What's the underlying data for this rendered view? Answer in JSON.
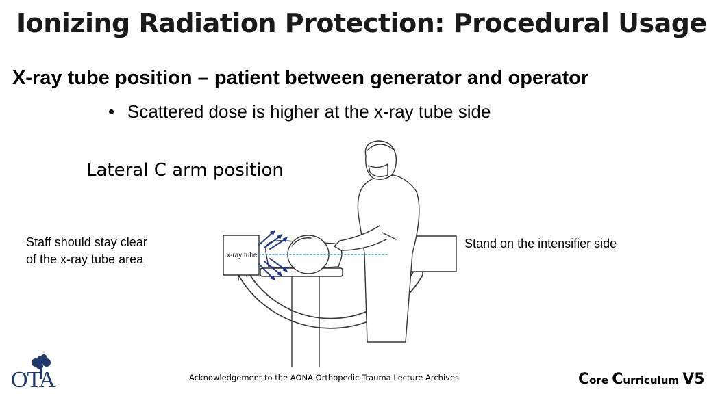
{
  "slide": {
    "title": "Ionizing Radiation Protection: Procedural Usage",
    "subtitle": "X-ray tube position – patient between generator and operator",
    "bullet": "Scattered dose is higher at the x-ray tube side",
    "heading": "Lateral C arm position",
    "note_left_line1": "Staff should stay clear",
    "note_left_line2": "of the x-ray tube area",
    "note_right": "Stand on the intensifier side",
    "figure_label": "x-ray tube",
    "acknowledgement": "Acknowledgement to the AONA Orthopedic Trauma Lecture Archives"
  },
  "brand": {
    "c1": "C",
    "ore": "ore ",
    "c2": "C",
    "urriculum": "urriculum ",
    "version": "V5"
  },
  "logo": {
    "letters": "OTA",
    "color": "#1f3a6b",
    "icon": "tree-icon"
  },
  "colors": {
    "scatter_arrows": "#1f3a8a",
    "beam": "#3b8fc4"
  }
}
